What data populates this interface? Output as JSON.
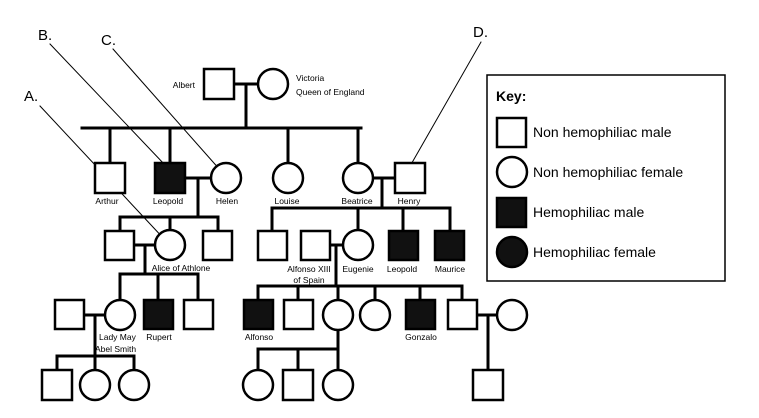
{
  "callouts": {
    "a": "A.",
    "b": "B.",
    "c": "C.",
    "d": "D."
  },
  "people": {
    "albert": "Albert",
    "victoria_line1": "Victoria",
    "victoria_line2": "Queen of England",
    "arthur": "Arthur",
    "leopold": "Leopold",
    "helen": "Helen",
    "louise": "Louise",
    "beatrice": "Beatrice",
    "henry": "Henry",
    "alice": "Alice of Athlone",
    "alfonso13_line1": "Alfonso XIII",
    "alfonso13_line2": "of Spain",
    "eugenie": "Eugenie",
    "leopold2": "Leopold",
    "maurice": "Maurice",
    "lady_may": "Lady May",
    "abel_smith": "Abel Smith",
    "rupert": "Rupert",
    "alfonso": "Alfonso",
    "gonzalo": "Gonzalo"
  },
  "key": {
    "title": "Key",
    "colon": ":",
    "items": [
      {
        "label": "Non hemophiliac male",
        "symbol": "square",
        "affected": false
      },
      {
        "label": "Non hemophiliac female",
        "symbol": "circle",
        "affected": false
      },
      {
        "label": "Hemophiliac male",
        "symbol": "square",
        "affected": true
      },
      {
        "label": "Hemophiliac female",
        "symbol": "circle",
        "affected": true
      }
    ]
  },
  "colors": {
    "affected": "#111111",
    "unaffected": "#ffffff",
    "line": "#000000"
  }
}
